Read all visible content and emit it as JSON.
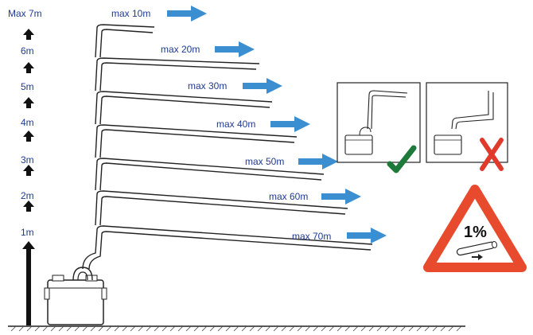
{
  "height_labels": [
    "Max 7m",
    "6m",
    "5m",
    "4m",
    "3m",
    "2m",
    "1m"
  ],
  "pipe_runs": [
    {
      "label": "max 10m"
    },
    {
      "label": "max 20m"
    },
    {
      "label": "max 30m"
    },
    {
      "label": "max 40m"
    },
    {
      "label": "max 50m"
    },
    {
      "label": "max 60m"
    },
    {
      "label": "max 70m"
    }
  ],
  "slope_sign": {
    "text": "1%"
  },
  "colors": {
    "label_text": "#1f3a93",
    "flow_arrow": "#3b8fd0",
    "correct_check": "#1e7a3a",
    "wrong_cross": "#e03a2a",
    "warning_border": "#e84a2e"
  },
  "icons": [
    "up-arrow-icon",
    "flow-arrow-icon",
    "check-icon",
    "cross-icon",
    "warning-triangle-icon",
    "pump-icon"
  ]
}
